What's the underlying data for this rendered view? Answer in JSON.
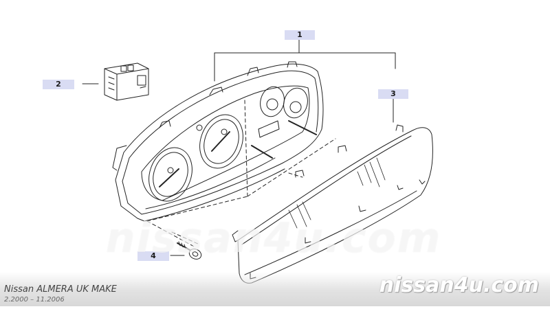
{
  "diagram": {
    "callouts": [
      {
        "id": "1",
        "label": "1"
      },
      {
        "id": "2",
        "label": "2"
      },
      {
        "id": "3",
        "label": "3"
      },
      {
        "id": "4",
        "label": "4"
      }
    ],
    "parts": [
      {
        "callout": "1",
        "icon": "instrument-cluster-assembly-icon"
      },
      {
        "callout": "2",
        "icon": "printed-circuit-module-icon"
      },
      {
        "callout": "3",
        "icon": "cluster-glass-lens-icon"
      },
      {
        "callout": "4",
        "icon": "screw-icon"
      }
    ]
  },
  "footer": {
    "model_title": "Nissan ALMERA UK MAKE",
    "model_dates": "2.2000 – 11.2006",
    "watermark_center": "nissan4u.com",
    "watermark_corner": "nissan4u.com"
  },
  "colors": {
    "line": "#222222",
    "callout_bg": "#d9dcf3",
    "background": "#ffffff"
  }
}
